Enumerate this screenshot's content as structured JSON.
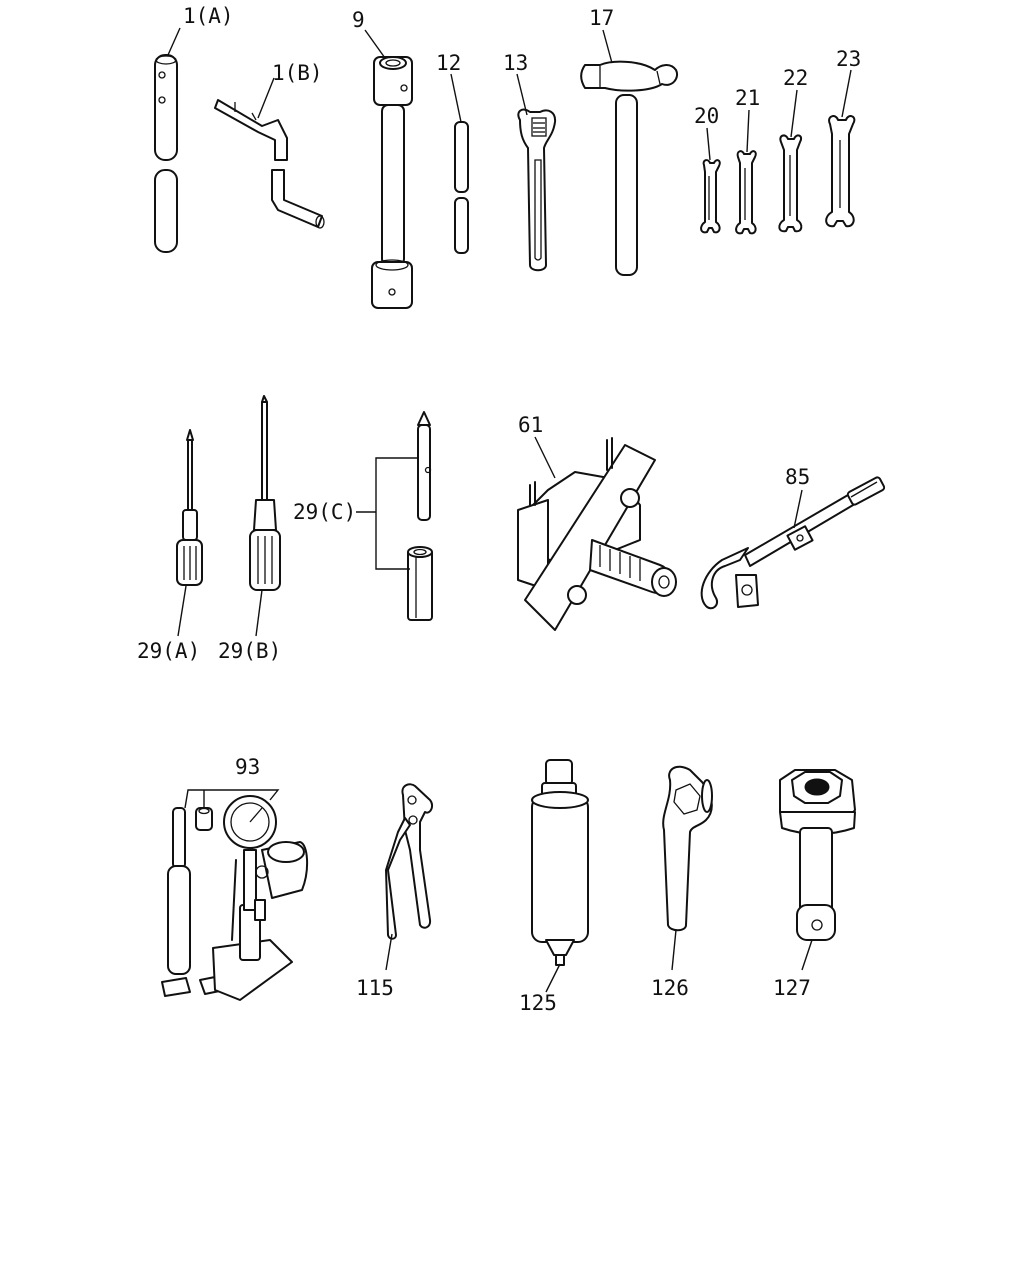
{
  "diagram": {
    "labels": {
      "l_1a": "1(A)",
      "l_1b": "1(B)",
      "l_9": "9",
      "l_12": "12",
      "l_13": "13",
      "l_17": "17",
      "l_20": "20",
      "l_21": "21",
      "l_22": "22",
      "l_23": "23",
      "l_29a": "29(A)",
      "l_29b": "29(B)",
      "l_29c": "29(C)",
      "l_61": "61",
      "l_85": "85",
      "l_93": "93",
      "l_115": "115",
      "l_125": "125",
      "l_126": "126",
      "l_127": "127"
    }
  }
}
